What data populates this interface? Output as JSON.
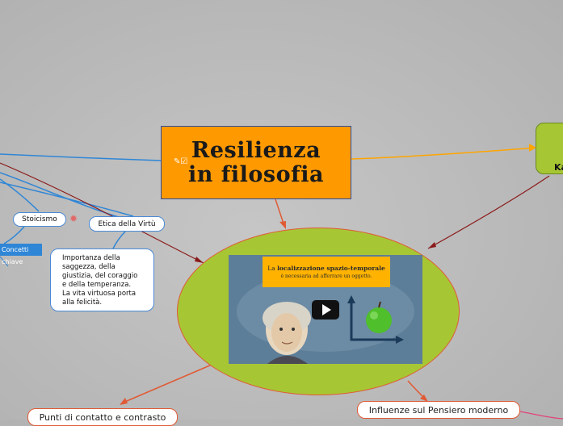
{
  "main_topic": {
    "line1": "Resilienza",
    "line2": "in filosofia",
    "icon": "check-note-icon"
  },
  "right_node": {
    "label": "Ka"
  },
  "nodes": {
    "stoicismo": "Stoicismo",
    "etica": "Etica della Virtù",
    "concetti": "Concetti chiave",
    "etica_desc": [
      "Importanza della",
      "saggezza, della",
      "giustizia, del coraggio",
      "e della temperanza.",
      "La vita virtuosa porta",
      "alla felicità."
    ],
    "punti": "Punti di contatto e contrasto",
    "influenze": "Influenze sul Pensiero moderno"
  },
  "video": {
    "line1_pre": "La ",
    "line1_bold": "localizzazione spazio-temporale",
    "line2": "è necessaria ad afferrare un oggetto.",
    "play_icon": "play-icon"
  },
  "colors": {
    "background": "#bdbdbd",
    "main_fill": "#ff9900",
    "oval_fill": "#a7c634",
    "link_blue": "#2f86d6",
    "link_orange": "#ffa500",
    "link_red": "#e05a35",
    "link_darkred": "#8b1a1a"
  }
}
